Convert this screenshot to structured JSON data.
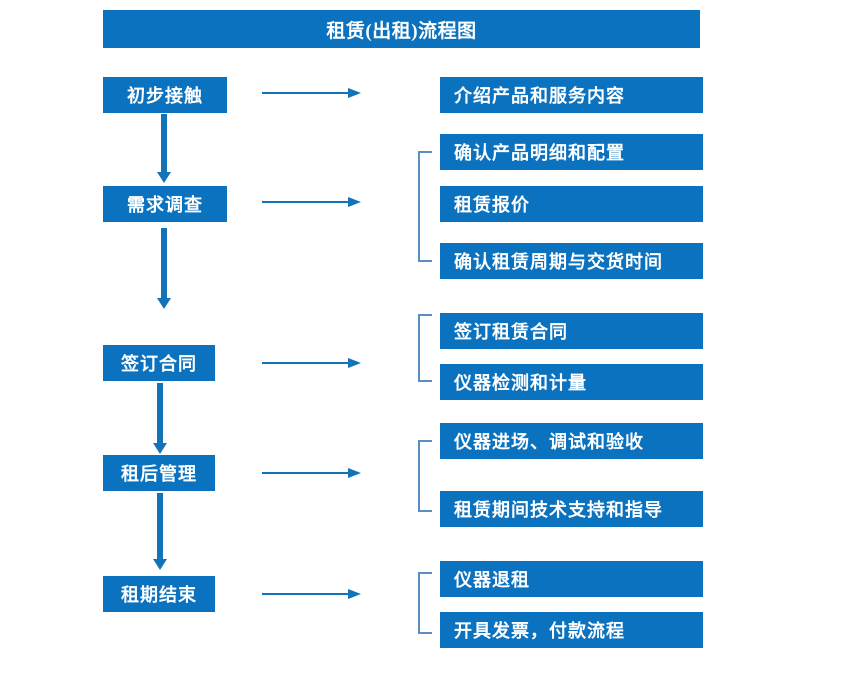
{
  "diagram": {
    "title": "租赁(出租)流程图",
    "colors": {
      "box_fill": "#0b72bf",
      "box_text": "#ffffff",
      "arrow": "#1273b8",
      "bracket": "#5b8fc4",
      "background": "#ffffff"
    },
    "stages": [
      {
        "id": "stage-1",
        "label": "初步接触",
        "arrow_label": "arrow-right",
        "has_bracket": false,
        "details": [
          {
            "label": "介绍产品和服务内容"
          }
        ]
      },
      {
        "id": "stage-2",
        "label": "需求调查",
        "arrow_label": "arrow-right",
        "has_bracket": true,
        "details": [
          {
            "label": "确认产品明细和配置"
          },
          {
            "label": "租赁报价"
          },
          {
            "label": "确认租赁周期与交货时间"
          }
        ]
      },
      {
        "id": "stage-3",
        "label": "签订合同",
        "arrow_label": "arrow-right",
        "has_bracket": true,
        "details": [
          {
            "label": "签订租赁合同"
          },
          {
            "label": "仪器检测和计量"
          }
        ]
      },
      {
        "id": "stage-4",
        "label": "租后管理",
        "arrow_label": "arrow-right",
        "has_bracket": true,
        "details": [
          {
            "label": "仪器进场、调试和验收"
          },
          {
            "label": "租赁期间技术支持和指导"
          }
        ]
      },
      {
        "id": "stage-5",
        "label": "租期结束",
        "arrow_label": "arrow-right",
        "has_bracket": true,
        "details": [
          {
            "label": "仪器退租"
          },
          {
            "label": "开具发票，付款流程"
          }
        ]
      }
    ],
    "icons": {
      "arrow_right": "arrow-right-icon",
      "arrow_down": "arrow-down-icon",
      "bracket": "bracket-icon"
    }
  }
}
